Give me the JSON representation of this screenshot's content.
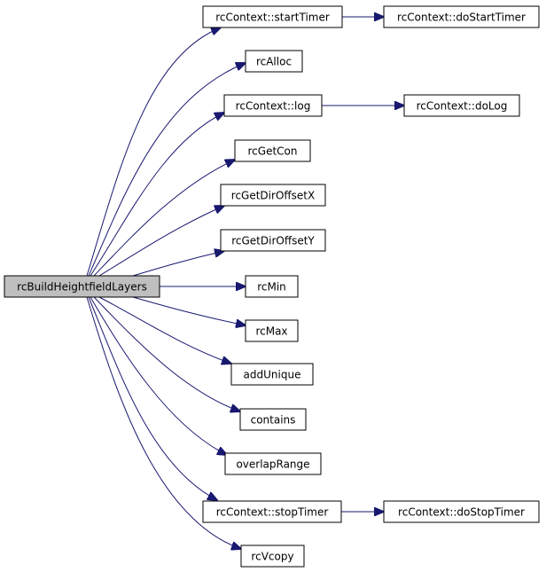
{
  "graph": {
    "colors": {
      "edge": "#191970",
      "root_fill": "#bfbfbf",
      "node_fill": "#ffffff",
      "border": "#000000"
    },
    "nodes": {
      "root": "rcBuildHeightfieldLayers",
      "start_timer": "rcContext::startTimer",
      "do_start_timer": "rcContext::doStartTimer",
      "alloc": "rcAlloc",
      "log": "rcContext::log",
      "do_log": "rcContext::doLog",
      "get_con": "rcGetCon",
      "get_dir_offset_x": "rcGetDirOffsetX",
      "get_dir_offset_y": "rcGetDirOffsetY",
      "min": "rcMin",
      "max": "rcMax",
      "add_unique": "addUnique",
      "contains": "contains",
      "overlap_range": "overlapRange",
      "stop_timer": "rcContext::stopTimer",
      "do_stop_timer": "rcContext::doStopTimer",
      "vcopy": "rcVcopy"
    },
    "edges": [
      [
        "root",
        "start_timer"
      ],
      [
        "root",
        "alloc"
      ],
      [
        "root",
        "log"
      ],
      [
        "root",
        "get_con"
      ],
      [
        "root",
        "get_dir_offset_x"
      ],
      [
        "root",
        "get_dir_offset_y"
      ],
      [
        "root",
        "min"
      ],
      [
        "root",
        "max"
      ],
      [
        "root",
        "add_unique"
      ],
      [
        "root",
        "contains"
      ],
      [
        "root",
        "overlap_range"
      ],
      [
        "root",
        "stop_timer"
      ],
      [
        "root",
        "vcopy"
      ],
      [
        "start_timer",
        "do_start_timer"
      ],
      [
        "log",
        "do_log"
      ],
      [
        "stop_timer",
        "do_stop_timer"
      ]
    ]
  }
}
